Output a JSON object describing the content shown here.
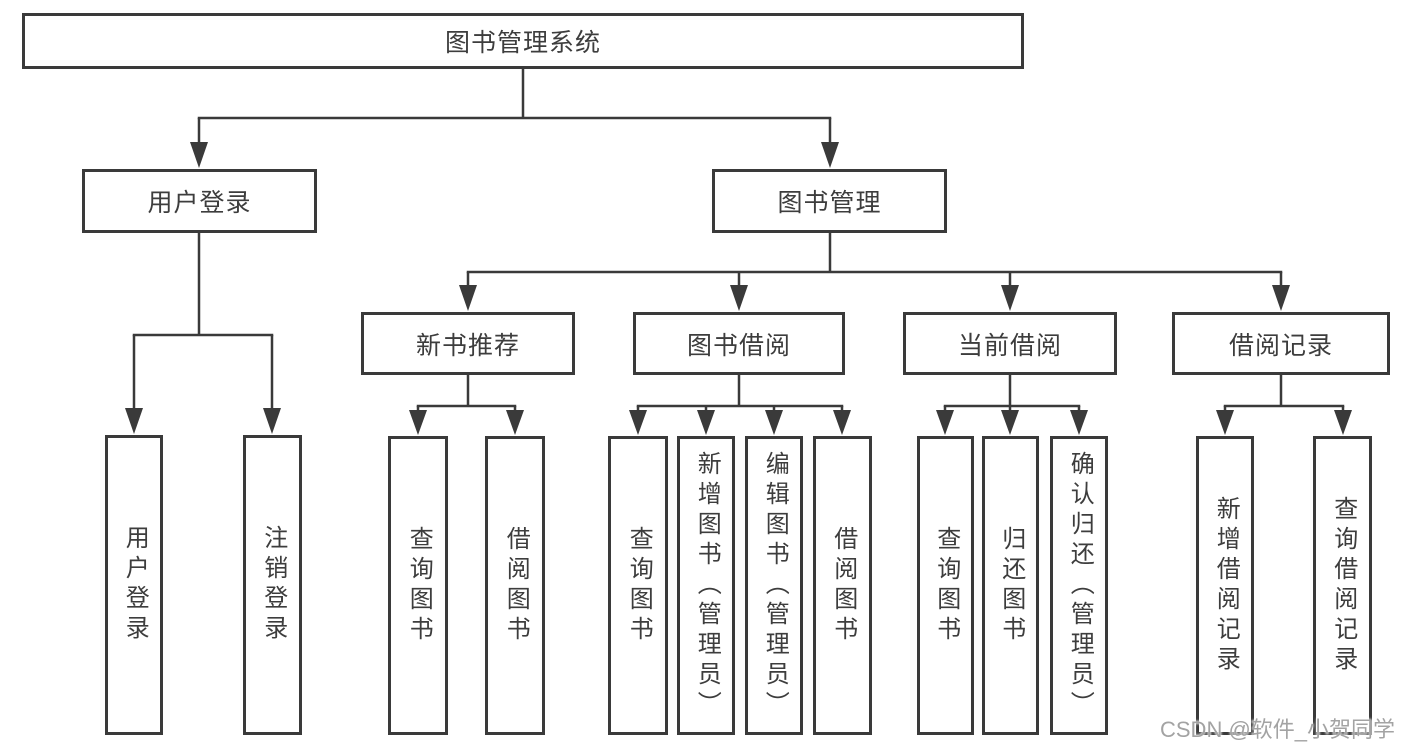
{
  "tree": {
    "label": "图书管理系统",
    "children": [
      {
        "label": "用户登录",
        "children": [
          {
            "label": "用户登录"
          },
          {
            "label": "注销登录"
          }
        ]
      },
      {
        "label": "图书管理",
        "children": [
          {
            "label": "新书推荐",
            "children": [
              {
                "label": "查询图书"
              },
              {
                "label": "借阅图书"
              }
            ]
          },
          {
            "label": "图书借阅",
            "children": [
              {
                "label": "查询图书"
              },
              {
                "label": "新增图书（管理员）"
              },
              {
                "label": "编辑图书（管理员）"
              },
              {
                "label": "借阅图书"
              }
            ]
          },
          {
            "label": "当前借阅",
            "children": [
              {
                "label": "查询图书"
              },
              {
                "label": "归还图书"
              },
              {
                "label": "确认归还（管理员）"
              }
            ]
          },
          {
            "label": "借阅记录",
            "children": [
              {
                "label": "新增借阅记录"
              },
              {
                "label": "查询借阅记录"
              }
            ]
          }
        ]
      }
    ]
  },
  "watermark": {
    "text": "CSDN @软件_小贺同学"
  },
  "colors": {
    "line": "#3a3a3a",
    "box_border": "#3a3a3a",
    "text": "#3d3d3d",
    "background": "#ffffff",
    "watermark": "#a3a3a3"
  }
}
